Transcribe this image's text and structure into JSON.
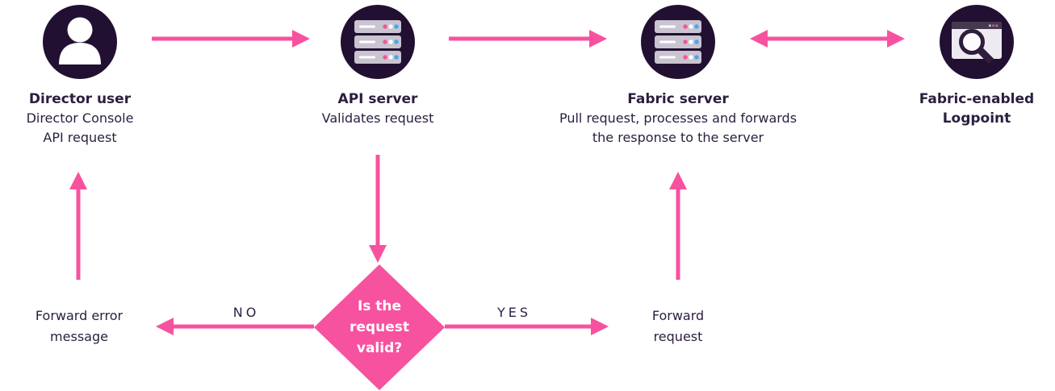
{
  "colors": {
    "pink": "#f7529f",
    "dark": "#211031",
    "text": "#2b1e3e",
    "gray": "#c9c4d0",
    "blue": "#3fa9f5",
    "window": "#edebf1",
    "bar": "#46394f",
    "mag": "#2f1d3d"
  },
  "icons": {
    "director": "user-icon",
    "api": "server-icon",
    "fabric": "server-icon",
    "logpoint": "browser-search-icon"
  },
  "nodes": {
    "director": {
      "title": "Director user",
      "sub1": "Director Console",
      "sub2": "API request"
    },
    "api": {
      "title": "API server",
      "sub1": "Validates request"
    },
    "fabric": {
      "title": "Fabric server",
      "sub1": "Pull request, processes and forwards",
      "sub2": "the response to the server"
    },
    "logpoint": {
      "title1": "Fabric-enabled",
      "title2": "Logpoint"
    }
  },
  "decision": {
    "line1": "Is the",
    "line2": "request",
    "line3": "valid?"
  },
  "branches": {
    "no": "NO",
    "yes": "YES"
  },
  "outcomes": {
    "error_line1": "Forward error",
    "error_line2": "message",
    "forward_line1": "Forward",
    "forward_line2": "request"
  }
}
